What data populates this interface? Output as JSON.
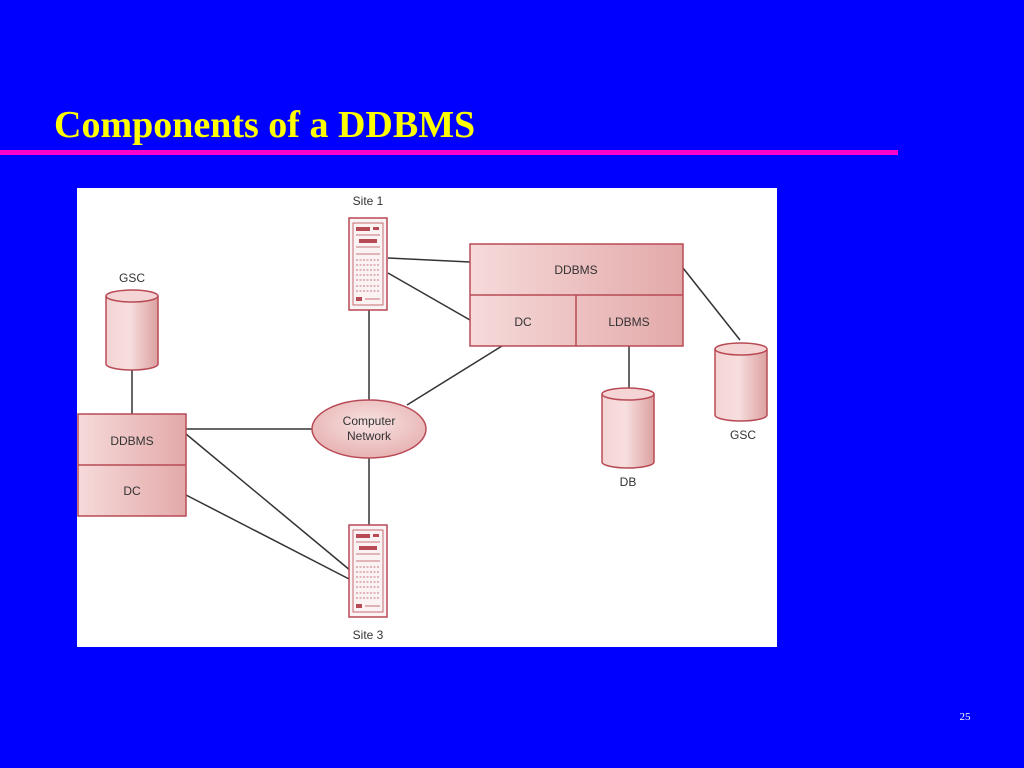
{
  "title": "Components of a DDBMS",
  "slide_number": "25",
  "colors": {
    "background": "#0000ff",
    "title": "#ffff00",
    "rule": "#ff00cc",
    "node_fill": "#f2cccc",
    "node_stroke": "#b84a55",
    "link": "#333333"
  },
  "diagram": {
    "site1": {
      "label": "Site 1"
    },
    "site3": {
      "label": "Site 3"
    },
    "network": {
      "line1": "Computer",
      "line2": "Network"
    },
    "left_site": {
      "gsc_label": "GSC",
      "ddbms_label": "DDBMS",
      "dc_label": "DC"
    },
    "right_site": {
      "ddbms_label": "DDBMS",
      "dc_label": "DC",
      "ldbms_label": "LDBMS",
      "gsc_label": "GSC",
      "db_label": "DB"
    }
  }
}
